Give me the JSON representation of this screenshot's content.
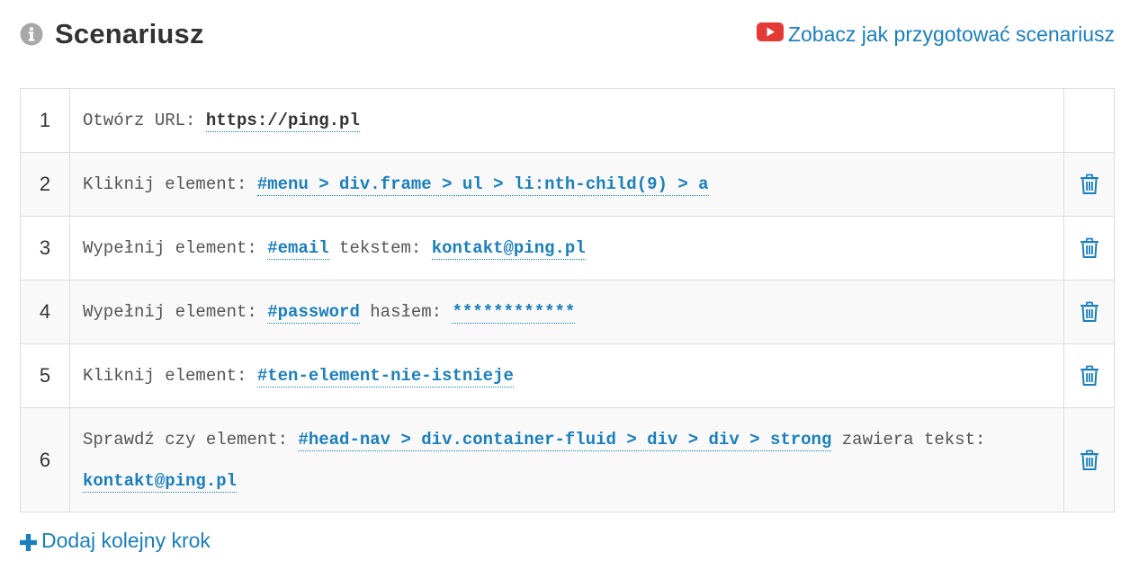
{
  "header": {
    "title": "Scenariusz",
    "help_link": "Zobacz jak przygotować scenariusz"
  },
  "steps": [
    {
      "num": "1",
      "parts": [
        "Otwórz URL: ",
        "https://ping.pl"
      ],
      "deletable": false
    },
    {
      "num": "2",
      "parts": [
        "Kliknij element: ",
        "#menu > div.frame > ul > li:nth-child(9) > a"
      ],
      "deletable": true
    },
    {
      "num": "3",
      "parts": [
        "Wypełnij element: ",
        "#email",
        " tekstem: ",
        "kontakt@ping.pl"
      ],
      "deletable": true
    },
    {
      "num": "4",
      "parts": [
        "Wypełnij element: ",
        "#password",
        " hasłem: ",
        "************"
      ],
      "deletable": true
    },
    {
      "num": "5",
      "parts": [
        "Kliknij element: ",
        "#ten-element-nie-istnieje"
      ],
      "deletable": true
    },
    {
      "num": "6",
      "parts": [
        "Sprawdź czy element: ",
        "#head-nav > div.container-fluid > div > div > strong",
        " zawiera tekst: ",
        "kontakt@ping.pl"
      ],
      "deletable": true
    }
  ],
  "footer": {
    "add_step": "Dodaj kolejny krok"
  },
  "colors": {
    "accent": "#1a7fbd",
    "youtube": "#e53935",
    "icon_gray": "#999999"
  },
  "icons": {
    "info": "info-circle-icon",
    "youtube": "youtube-icon",
    "trash": "trash-icon",
    "plus": "plus-icon"
  }
}
